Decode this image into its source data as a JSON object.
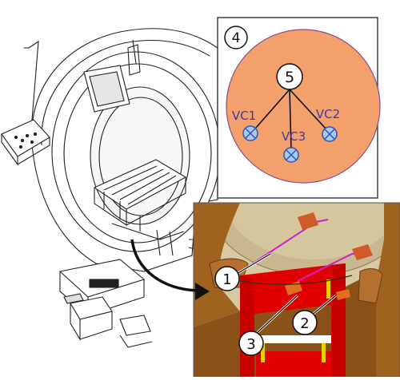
{
  "callouts": {
    "c1": "1",
    "c2": "2",
    "c3": "3",
    "c4": "4",
    "c5": "5"
  },
  "valves": {
    "vc1": "VC1",
    "vc2": "VC2",
    "vc3": "VC3"
  },
  "colors": {
    "disc_fill": "#f4a06c",
    "disc_outline": "#8a4a8a",
    "valve_fill": "#aac8ee",
    "valve_outline": "#2d56b8",
    "label_text": "#3a3aa6",
    "frame_red": "#e00000",
    "cable_magenta": "#cc22cc",
    "housing_brown": "#a0621f",
    "arrow": "#111111"
  }
}
